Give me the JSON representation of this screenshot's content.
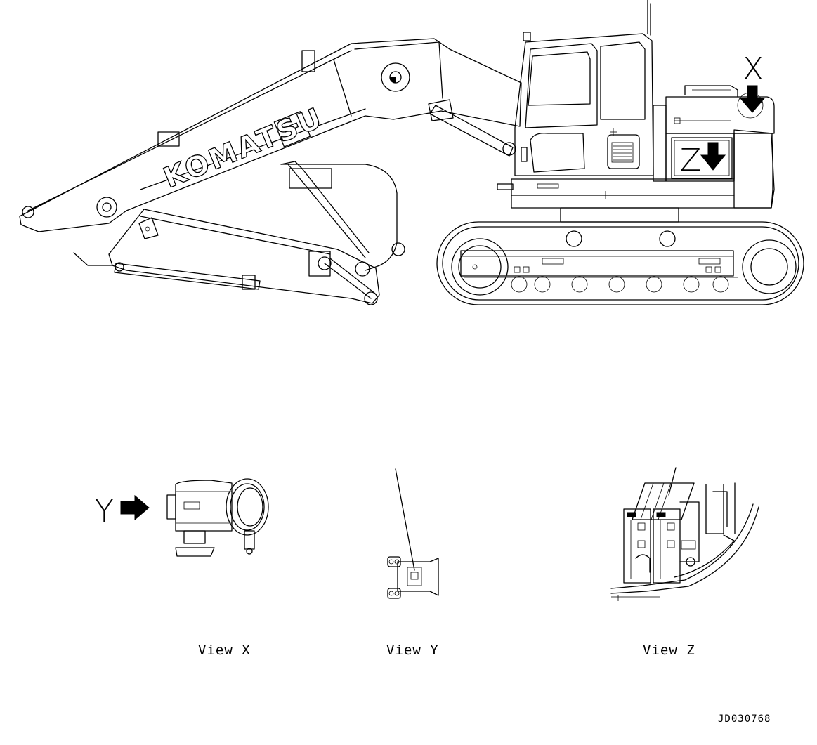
{
  "drawing": {
    "brand_text": "KOMATSU",
    "callouts": {
      "x": "X",
      "y": "Y",
      "z": "Z"
    },
    "views": [
      {
        "label": "View X"
      },
      {
        "label": "View Y"
      },
      {
        "label": "View Z"
      }
    ],
    "drawing_number": "JD030768"
  }
}
